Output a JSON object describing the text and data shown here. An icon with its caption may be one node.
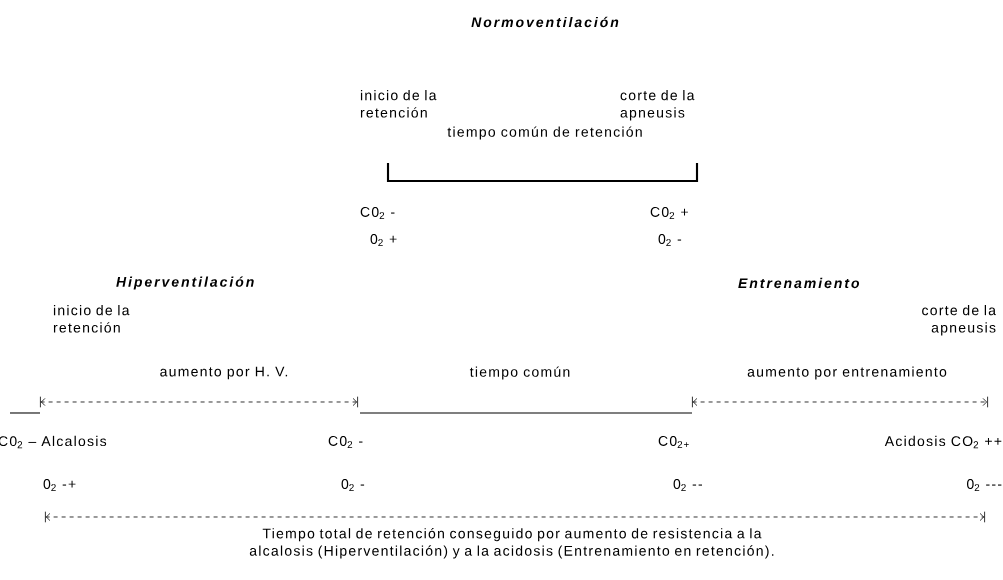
{
  "diagram": {
    "title": "Normoventilación",
    "labels": [
      "inicio de la retención",
      "corte de la apneusis",
      "tiempo común de retención",
      "C0$_{2}$ -",
      "C0$_{2}$ +",
      "0$_{2}$ +",
      "0$_{2}$ -",
      "Hiperventilación",
      "Entrenamiento",
      "inicio de la retención",
      "corte de la apneusis",
      "aumento por H. V.",
      "tiempo común",
      "aumento por entrenamiento",
      "C0$_{2}$ – Alcalosis",
      "C0$_{2}$ -",
      "C0$_{2+}$",
      "Acidosis CO$_{2}$ ++",
      "0$_{2}$ -+",
      "0$_{2}$ -",
      "0$_{2}$ --",
      "0$_{2}$ ---"
    ],
    "caption": "Tiempo total de retención conseguido por aumento de resistencia a la alcalosis (Hiperventilación) y a la acidosis (Entrenamiento en retención)."
  }
}
